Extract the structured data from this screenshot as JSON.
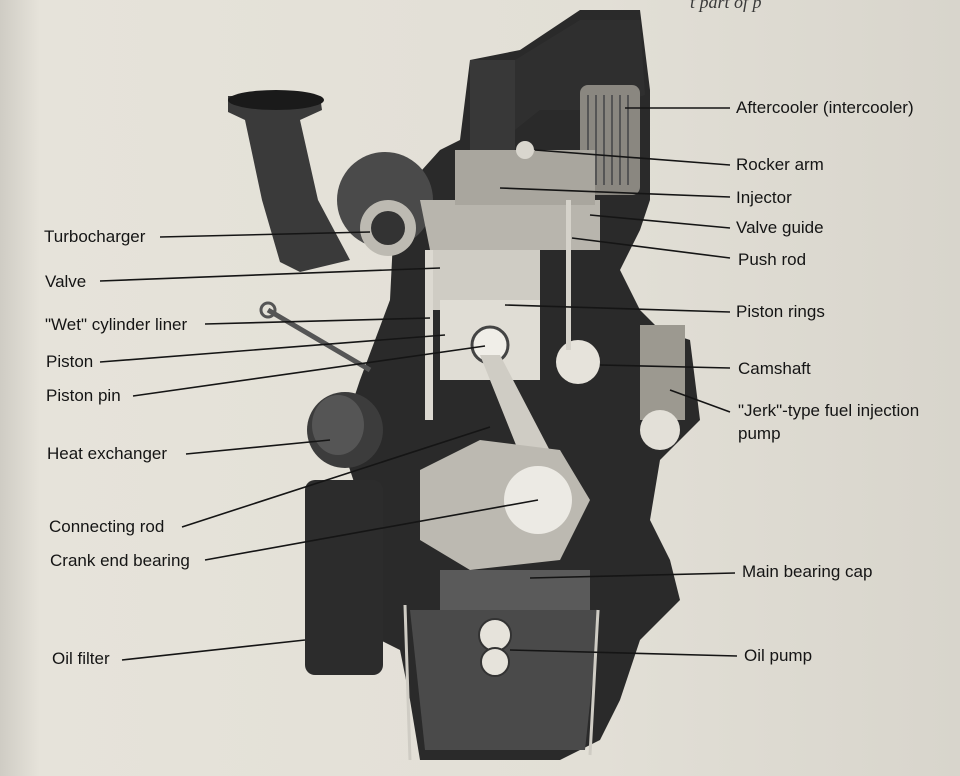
{
  "header_fragment": "t part of p",
  "labels": {
    "aftercooler": "Aftercooler (intercooler)",
    "rocker_arm": "Rocker arm",
    "injector": "Injector",
    "valve_guide": "Valve guide",
    "push_rod": "Push rod",
    "piston_rings": "Piston rings",
    "camshaft": "Camshaft",
    "jerk_pump_line1": "\"Jerk\"-type fuel injection",
    "jerk_pump_line2": "pump",
    "main_bearing_cap": "Main bearing cap",
    "oil_pump": "Oil pump",
    "turbocharger": "Turbocharger",
    "valve": "Valve",
    "wet_liner": "\"Wet\" cylinder liner",
    "piston": "Piston",
    "piston_pin": "Piston pin",
    "heat_exchanger": "Heat exchanger",
    "connecting_rod": "Connecting rod",
    "crank_end_bearing": "Crank end bearing",
    "oil_filter": "Oil filter"
  }
}
